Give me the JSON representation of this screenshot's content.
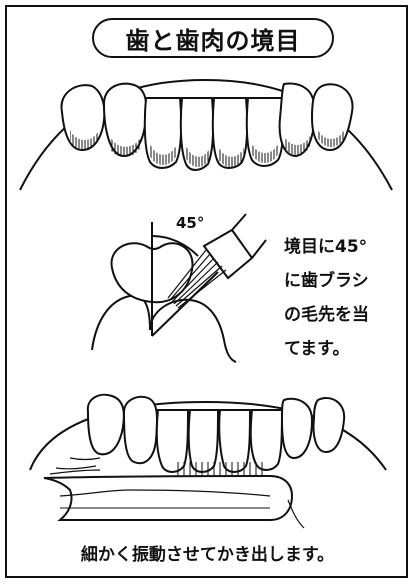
{
  "title": "歯と歯肉の境目",
  "angle_label": "45°",
  "instruction_lines": [
    "境目に45°",
    "に歯ブラシ",
    "の毛先を当",
    "てます。"
  ],
  "caption": "細かく振動させてかき出します。"
}
